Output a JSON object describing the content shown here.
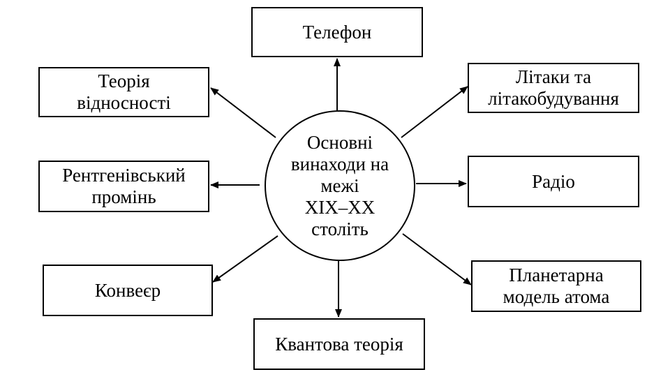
{
  "center": {
    "label": "Основні\nвинаходи на\nмежі\nXIX–XX\nстоліть"
  },
  "nodes": {
    "telefon": "Телефон",
    "relativity": "Теорія\nвідносності",
    "aviation": "Літаки та\nлітакобудування",
    "xray": "Рентгенівський\nпромінь",
    "radio": "Радіо",
    "conveyor": "Конвеєр",
    "atom": "Планетарна\nмодель атома",
    "quantum": "Квантова теорія"
  },
  "colors": {
    "stroke": "#000000",
    "background": "#ffffff"
  }
}
